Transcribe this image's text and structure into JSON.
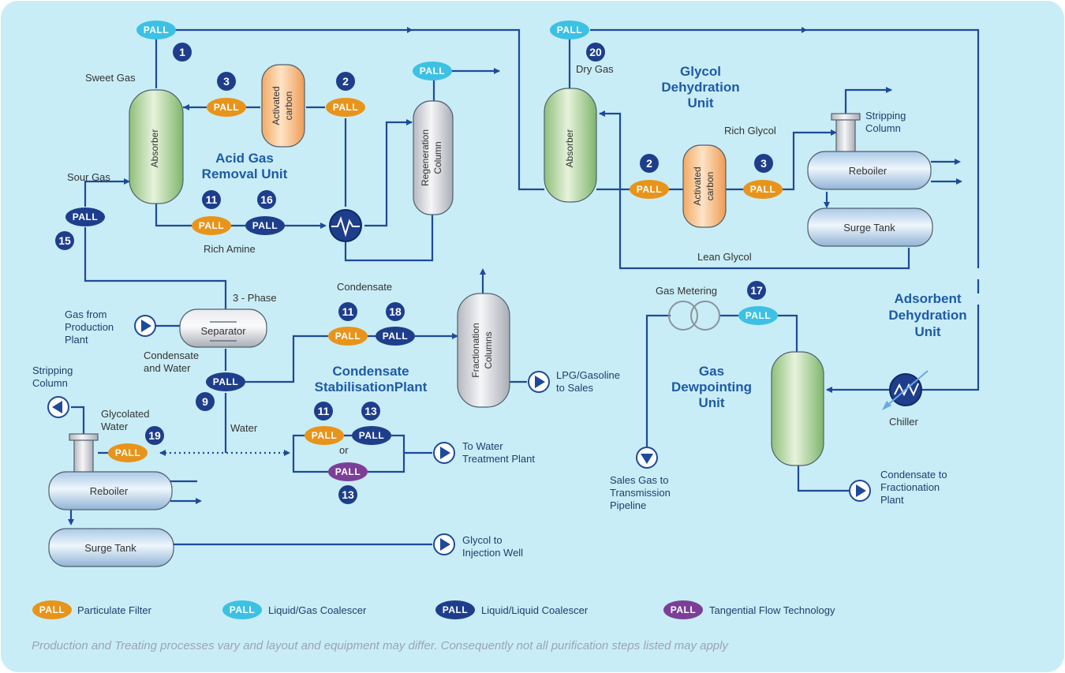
{
  "pall_label": "PALL",
  "colors": {
    "background": "#c9edf6",
    "pipe": "#1e4a9a",
    "particulate": "#e8941a",
    "liquid_gas": "#3cc1e4",
    "liquid_liquid": "#1e3e8c",
    "tangential": "#7b3f98",
    "unit_title": "#1e5aa8"
  },
  "units": {
    "acid_gas": [
      "Acid Gas",
      "Removal Unit"
    ],
    "glycol": [
      "Glycol",
      "Dehydration",
      "Unit"
    ],
    "condensate": [
      "Condensate",
      "StabilisationPlant"
    ],
    "gas_dewpointing": [
      "Gas",
      "Dewpointing",
      "Unit"
    ],
    "adsorbent": [
      "Adsorbent",
      "Dehydration",
      "Unit"
    ]
  },
  "labels": {
    "sweet_gas": "Sweet Gas",
    "sour_gas": "Sour Gas",
    "rich_amine": "Rich Amine",
    "absorber": "Absorber",
    "activated_carbon": [
      "Activated",
      "carbon"
    ],
    "regeneration_column": [
      "Regeneration",
      "Column"
    ],
    "dry_gas": "Dry Gas",
    "rich_glycol": "Rich Glycol",
    "stripping_column": [
      "Stripping",
      "Column"
    ],
    "reboiler": "Reboiler",
    "surge_tank": "Surge Tank",
    "lean_glycol": "Lean Glycol",
    "three_phase": "3 - Phase",
    "gas_from_production": [
      "Gas from",
      "Production",
      "Plant"
    ],
    "separator": "Separator",
    "condensate_and_water": [
      "Condensate",
      "and Water"
    ],
    "condensate": "Condensate",
    "fractionation_columns": [
      "Fractionation",
      "Columns"
    ],
    "lpg_gasoline": [
      "LPG/Gasoline",
      "to Sales"
    ],
    "glycolated_water": [
      "Glycolated",
      "Water"
    ],
    "water": "Water",
    "or": "or",
    "to_water_treatment": [
      "To Water",
      "Treatment  Plant"
    ],
    "glycol_to_injection": [
      "Glycol to",
      "Injection  Well"
    ],
    "gas_metering": "Gas Metering",
    "sales_gas": [
      "Sales Gas to",
      "Transmission",
      "Pipeline"
    ],
    "chiller": "Chiller",
    "condensate_to_fractionation": [
      "Condensate  to",
      "Fractionation",
      "Plant"
    ]
  },
  "step_numbers": {
    "n1": "1",
    "n2a": "2",
    "n3a": "3",
    "n11a": "11",
    "n16": "16",
    "n15": "15",
    "n20": "20",
    "n2b": "2",
    "n3b": "3",
    "n11b": "11",
    "n18": "18",
    "n9": "9",
    "n11c": "11",
    "n13a": "13",
    "n13b": "13",
    "n19": "19",
    "n17": "17"
  },
  "legend": [
    {
      "type": "particulate",
      "text": "Particulate Filter"
    },
    {
      "type": "liquid_gas",
      "text": "Liquid/Gas Coalescer"
    },
    {
      "type": "liquid_liquid",
      "text": "Liquid/Liquid Coalescer"
    },
    {
      "type": "tangential",
      "text": "Tangential Flow Technology"
    }
  ],
  "footnote": "Production and Treating processes vary and layout and equipment  may differ. Consequently not all purification steps listed may apply"
}
